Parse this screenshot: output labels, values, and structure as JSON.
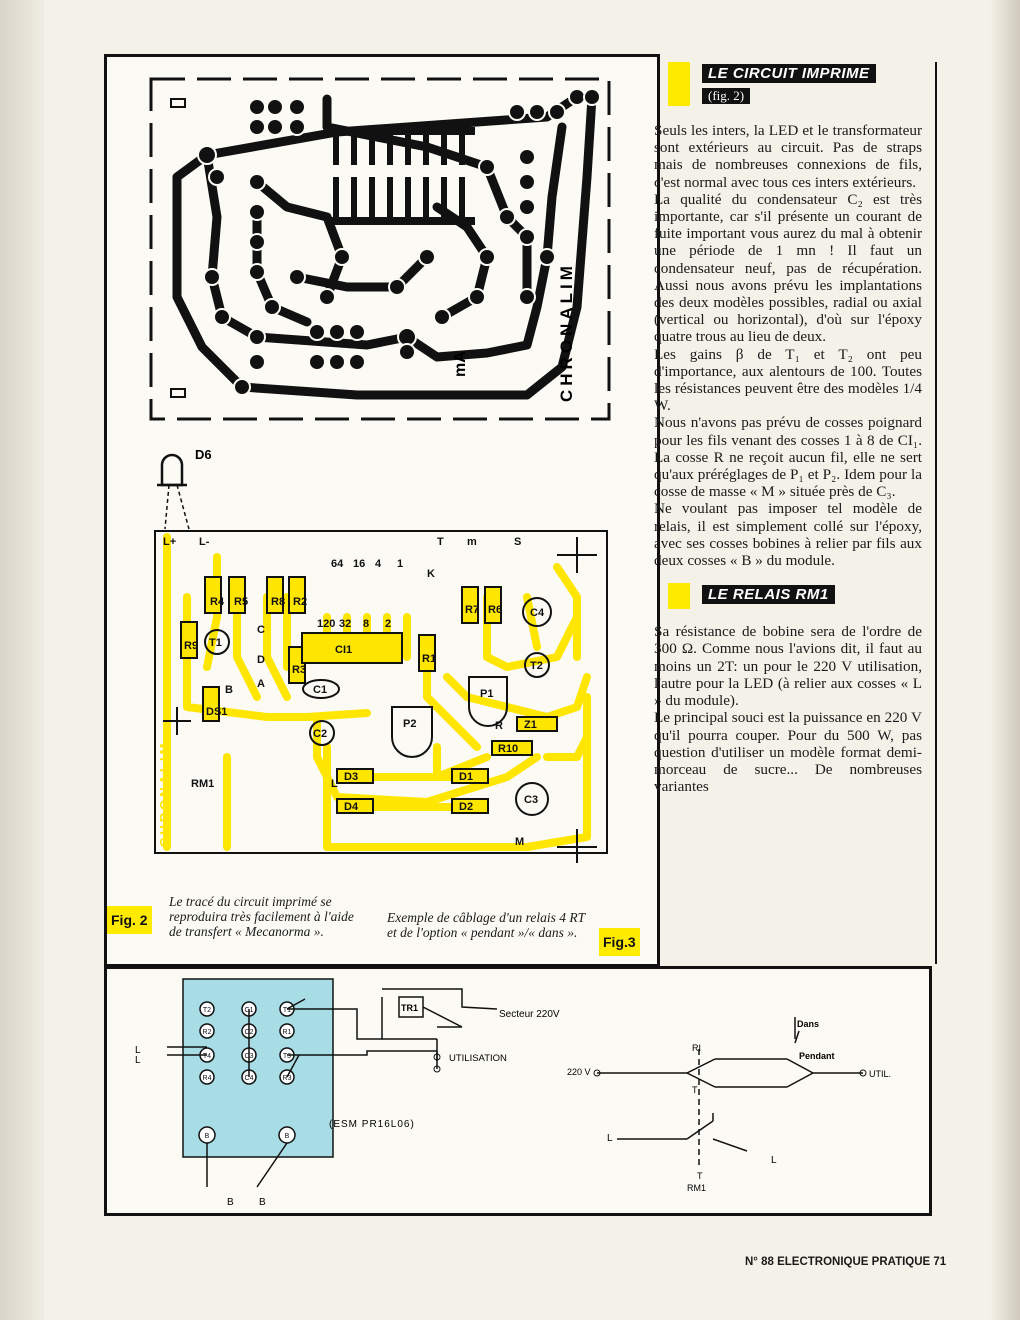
{
  "section1": {
    "title": "LE CIRCUIT IMPRIME",
    "sub": "(fig. 2)",
    "paragraphs": [
      "Seuls les inters, la LED et le transformateur sont extérieurs au circuit. Pas de straps mais de nombreuses connexions de fils, c'est normal avec tous ces inters extérieurs.",
      "La qualité du condensateur C₂ est très importante, car s'il présente un courant de fuite important vous aurez du mal à obtenir une période de 1 mn ! Il faut un condensateur neuf, pas de récupération. Aussi nous avons prévu les implantations des deux modèles possibles, radial ou axial (vertical ou horizontal), d'où sur l'époxy quatre trous au lieu de deux.",
      "Les gains β de T₁ et T₂ ont peu d'importance, aux alentours de 100. Toutes les résistances peuvent être des modèles 1/4 W.",
      "Nous n'avons pas prévu de cosses poignard pour les fils venant des cosses 1 à 8 de CI₁. La cosse R ne reçoit aucun fil, elle ne sert qu'aux préréglages de P₁ et P₂. Idem pour la cosse de masse « M » située près de C₃.",
      "Ne voulant pas imposer tel modèle de relais, il est simplement collé sur l'époxy, avec ses cosses bobines à relier par fils aux deux cosses « B » du module."
    ]
  },
  "section2": {
    "title": "LE RELAIS RM1",
    "paragraphs": [
      "Sa résistance de bobine sera de l'ordre de 300 Ω. Comme nous l'avions dit, il faut au moins un 2T: un pour le 220 V utilisation, l'autre pour la LED (à relier aux cosses « L » du module).",
      "Le principal souci est la puissance en 220 V qu'il pourra couper. Pour du 500 W, pas question d'utiliser un modèle format demi-morceau de sucre... De nombreuses variantes"
    ]
  },
  "fig2": {
    "tag": "Fig. 2",
    "caption": "Le tracé du circuit imprimé se reproduira très facilement à l'aide de transfert « Mecanorma ».",
    "pcb_label": "CHRONALIM",
    "ma_label": "mA",
    "d6_label": "D6",
    "layout_labels": [
      "L+",
      "L-",
      "R4",
      "R5",
      "R8",
      "R2",
      "R9",
      "T1",
      "R3",
      "CI1",
      "R1",
      "R7",
      "R6",
      "C4",
      "T2",
      "P1",
      "P2",
      "C1",
      "C2",
      "DS1",
      "B",
      "A",
      "C",
      "D",
      "RM1",
      "Z1",
      "R10",
      "D3",
      "D4",
      "D1",
      "D2",
      "C3",
      "M",
      "R",
      "K",
      "T",
      "m",
      "S",
      "120",
      "32",
      "64",
      "16",
      "8",
      "4",
      "2",
      "1",
      "L"
    ]
  },
  "fig3": {
    "tag": "Fig.3",
    "caption": "Exemple de câblage d'un relais 4 RT et de l'option « pendant »/« dans ».",
    "tr1": "TR1",
    "secteur": "Secteur 220V",
    "utilisation": "UTILISATION",
    "esm": "(ESM PR16L06)",
    "v220": "220 V",
    "util": "UTIL.",
    "dans": "Dans",
    "pendant": "Pendant",
    "ri": "RI",
    "t": "T",
    "rm1": "RM1",
    "l": "L",
    "b": "B",
    "pins": [
      "T2",
      "C1",
      "T1",
      "R2",
      "C2",
      "R1",
      "T4",
      "C3",
      "T3",
      "R4",
      "C4",
      "R3",
      "B",
      "B"
    ]
  },
  "footer": "N° 88 ELECTRONIQUE PRATIQUE 71"
}
